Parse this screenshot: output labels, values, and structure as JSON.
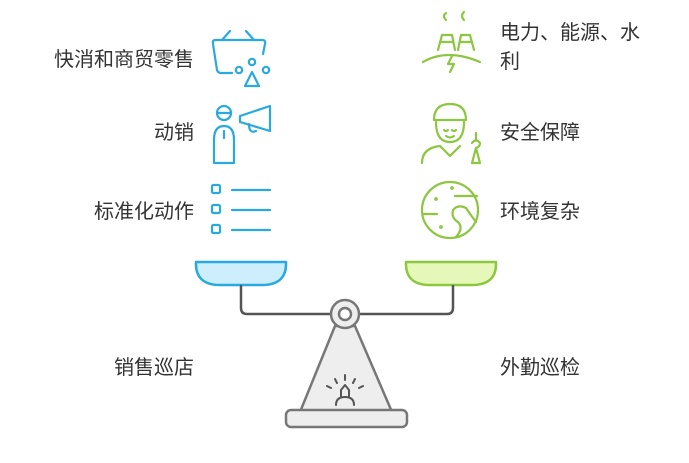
{
  "colors": {
    "left": "#29a9e0",
    "left_fill": "#cdeefc",
    "right": "#8dc63f",
    "right_fill": "#e6f8b9",
    "scale": "#555555",
    "scale_fill": "#eeeeee"
  },
  "left": {
    "title": "销售巡店",
    "items": [
      {
        "label": "快消和商贸零售",
        "icon": "shopping-basket-icon"
      },
      {
        "label": "动销",
        "icon": "promoter-megaphone-icon"
      },
      {
        "label": "标准化动作",
        "icon": "checklist-icon"
      }
    ]
  },
  "right": {
    "title": "外勤巡检",
    "items": [
      {
        "label_line1": "电力、能源、水",
        "label_line2": "利",
        "icon": "power-plant-icon"
      },
      {
        "label": "安全保障",
        "icon": "safety-worker-icon"
      },
      {
        "label": "环境复杂",
        "icon": "globe-icon"
      }
    ]
  }
}
